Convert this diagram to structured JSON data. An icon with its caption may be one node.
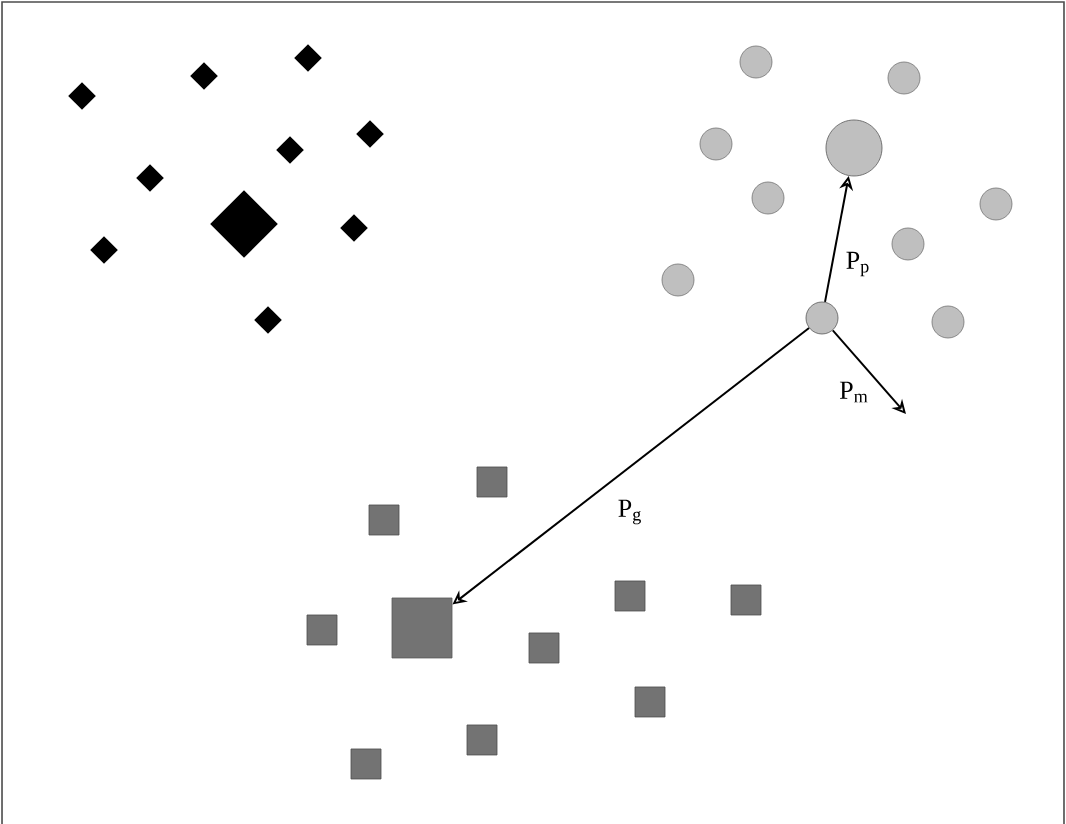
{
  "diagram": {
    "nodes": [
      {
        "text": [],
        "shape": "circle"
      },
      {
        "text": [],
        "shape": "circle"
      },
      {
        "text": [],
        "shape": "box"
      }
    ],
    "edges": [
      {
        "from": 0,
        "to": 1,
        "arrow": "to",
        "label": "P$_{p}$"
      },
      {
        "from": 0,
        "to": null,
        "arrow": "to",
        "label": "P$_{m}$"
      },
      {
        "from": 0,
        "to": 2,
        "arrow": "to",
        "label": "P$_{g}$"
      }
    ]
  }
}
